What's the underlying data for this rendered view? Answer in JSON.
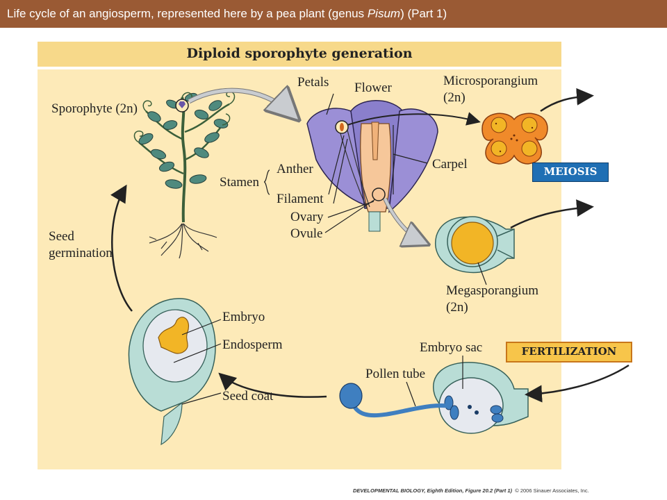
{
  "title": {
    "prefix": "Life cycle of an angiosperm, represented here by a pea plant (genus ",
    "genus": "Pisum",
    "suffix": ") (Part 1)"
  },
  "banner": "Diploid sporophyte generation",
  "labels": {
    "sporophyte": "Sporophyte (2n)",
    "petals": "Petals",
    "flower": "Flower",
    "microsporangium": "Microsporangium",
    "microsporangium_ploidy": "(2n)",
    "anther": "Anther",
    "stamen": "Stamen",
    "filament": "Filament",
    "ovary": "Ovary",
    "ovule": "Ovule",
    "carpel": "Carpel",
    "megasporangium": "Megasporangium",
    "megasporangium_ploidy": "(2n)",
    "seed_germination_1": "Seed",
    "seed_germination_2": "germination",
    "embryo": "Embryo",
    "endosperm": "Endosperm",
    "seed_coat": "Seed coat",
    "embryo_sac": "Embryo sac",
    "pollen_tube": "Pollen tube"
  },
  "process_boxes": {
    "meiosis": "MEIOSIS",
    "fertilization": "FERTILIZATION"
  },
  "footer": {
    "book": "DEVELOPMENTAL BIOLOGY, Eighth Edition, Figure 20.2 (Part 1)",
    "copyright": "© 2006 Sinauer Associates, Inc."
  },
  "colors": {
    "title_bar": "#9a5a34",
    "panel": "#fdeab8",
    "banner": "#f7d98a",
    "petal": "#9b8fd6",
    "ovary": "#f6c79a",
    "microsporangium": "#f08a2a",
    "megasporangium_core": "#f2b526",
    "tissue": "#b9ddd6",
    "pollen": "#3f7fc0",
    "meiosis_box": "#1f6fb4",
    "fertilization_box": "#f7c54a"
  }
}
